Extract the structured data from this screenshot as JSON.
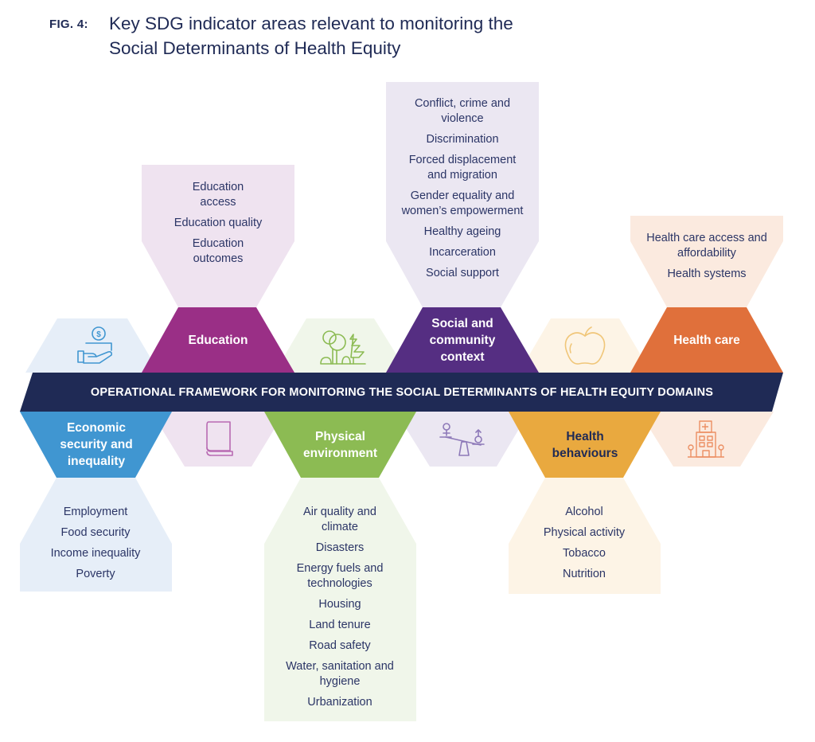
{
  "figure": {
    "label": "FIG. 4:",
    "title": "Key SDG indicator areas relevant to monitoring the Social Determinants of Health Equity"
  },
  "band": {
    "text": "OPERATIONAL FRAMEWORK FOR MONITORING THE SOCIAL DETERMINANTS OF HEALTH EQUITY DOMAINS",
    "color": "#1f2a55"
  },
  "domains": {
    "economic": {
      "label": "Economic security and inequality",
      "color": "#4096d1",
      "panel_color": "#e6eef8",
      "icon": "hand-coin-icon",
      "indicators": [
        "Employment",
        "Food security",
        "Income inequality",
        "Poverty"
      ]
    },
    "education": {
      "label": "Education",
      "color": "#9a2f86",
      "panel_color": "#efe3f0",
      "icon": "book-icon",
      "indicators": [
        "Education access",
        "Education quality",
        "Education outcomes"
      ]
    },
    "physical": {
      "label": "Physical environment",
      "color": "#8cbb53",
      "panel_color": "#f0f6ea",
      "icon": "trees-icon",
      "indicators": [
        "Air quality and climate",
        "Disasters",
        "Energy fuels and technologies",
        "Housing",
        "Land tenure",
        "Road safety",
        "Water, sanitation and hygiene",
        "Urbanization"
      ]
    },
    "social": {
      "label": "Social and community context",
      "color": "#552e82",
      "panel_color": "#ebe7f2",
      "icon": "gender-seesaw-icon",
      "indicators": [
        "Conflict, crime and violence",
        "Discrimination",
        "Forced displacement and migration",
        "Gender equality and women’s empowerment",
        "Healthy ageing",
        "Incarceration",
        "Social support"
      ]
    },
    "behaviours": {
      "label": "Health behaviours",
      "color": "#e9a93f",
      "panel_color": "#fdf4e6",
      "icon": "apple-icon",
      "indicators": [
        "Alcohol",
        "Physical activity",
        "Tobacco",
        "Nutrition"
      ]
    },
    "healthcare": {
      "label": "Health care",
      "color": "#e0703b",
      "panel_color": "#fbeadf",
      "icon": "hospital-icon",
      "indicators": [
        "Health care access and affordability",
        "Health systems"
      ]
    }
  }
}
